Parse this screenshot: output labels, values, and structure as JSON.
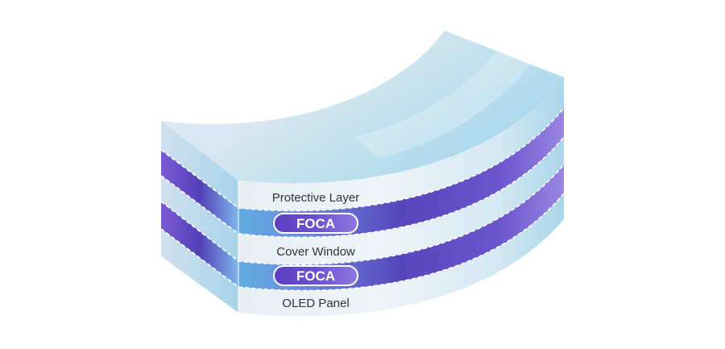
{
  "diagram": {
    "layers": [
      {
        "id": "protective",
        "label": "Protective Layer",
        "kind": "plain"
      },
      {
        "id": "foca_top",
        "label": "FOCA",
        "kind": "adhesive"
      },
      {
        "id": "cover",
        "label": "Cover Window",
        "kind": "plain"
      },
      {
        "id": "foca_bottom",
        "label": "FOCA",
        "kind": "adhesive"
      },
      {
        "id": "oled",
        "label": "OLED Panel",
        "kind": "plain"
      }
    ],
    "colors": {
      "plain_light": "#eef3f7",
      "plain_blue": "#b9dcec",
      "adhesive_blue": "#6fb2e4",
      "adhesive_purple": "#5b45c0",
      "adhesive_violet": "#8f79dd",
      "label_text": "#333333",
      "pill_text": "#ffffff"
    }
  }
}
